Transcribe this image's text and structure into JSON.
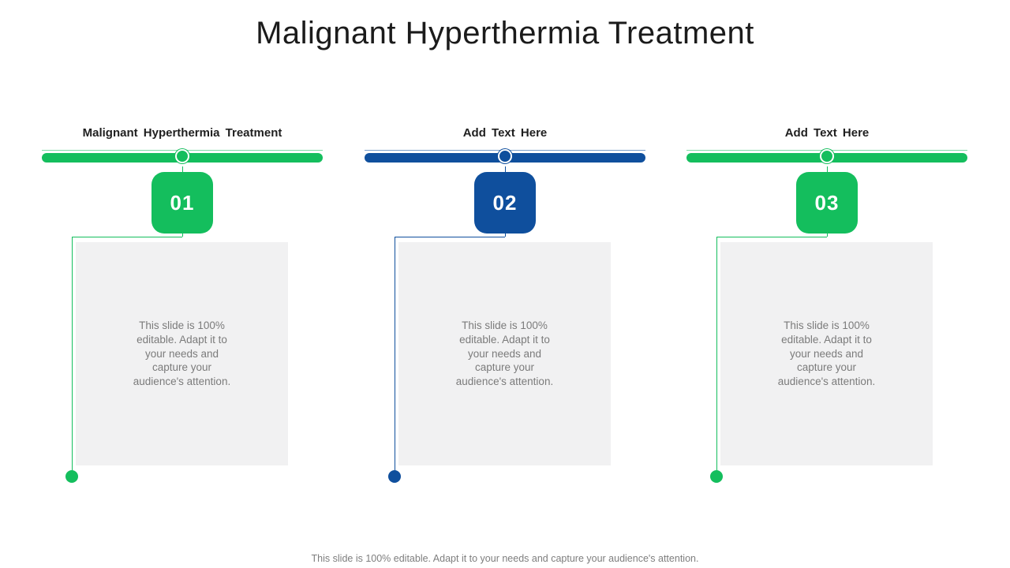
{
  "slide": {
    "title": "Malignant Hyperthermia Treatment",
    "footer": "This slide is 100% editable. Adapt it to your needs and capture your audience's attention."
  },
  "colors": {
    "green": "#14BE5D",
    "blue": "#0F4F9D",
    "box_background": "#F1F1F2"
  },
  "columns": [
    {
      "heading": "Malignant Hyperthermia Treatment",
      "number": "01",
      "accent": "#14BE5D",
      "body": "This slide is 100%\neditable. Adapt it to\nyour needs and\ncapture your\naudience's attention."
    },
    {
      "heading": "Add Text Here",
      "number": "02",
      "accent": "#0F4F9D",
      "body": "This slide is 100%\neditable. Adapt it to\nyour needs and\ncapture your\naudience's attention."
    },
    {
      "heading": "Add Text Here",
      "number": "03",
      "accent": "#14BE5D",
      "body": "This slide is 100%\neditable. Adapt it to\nyour needs and\ncapture your\naudience's attention."
    }
  ]
}
